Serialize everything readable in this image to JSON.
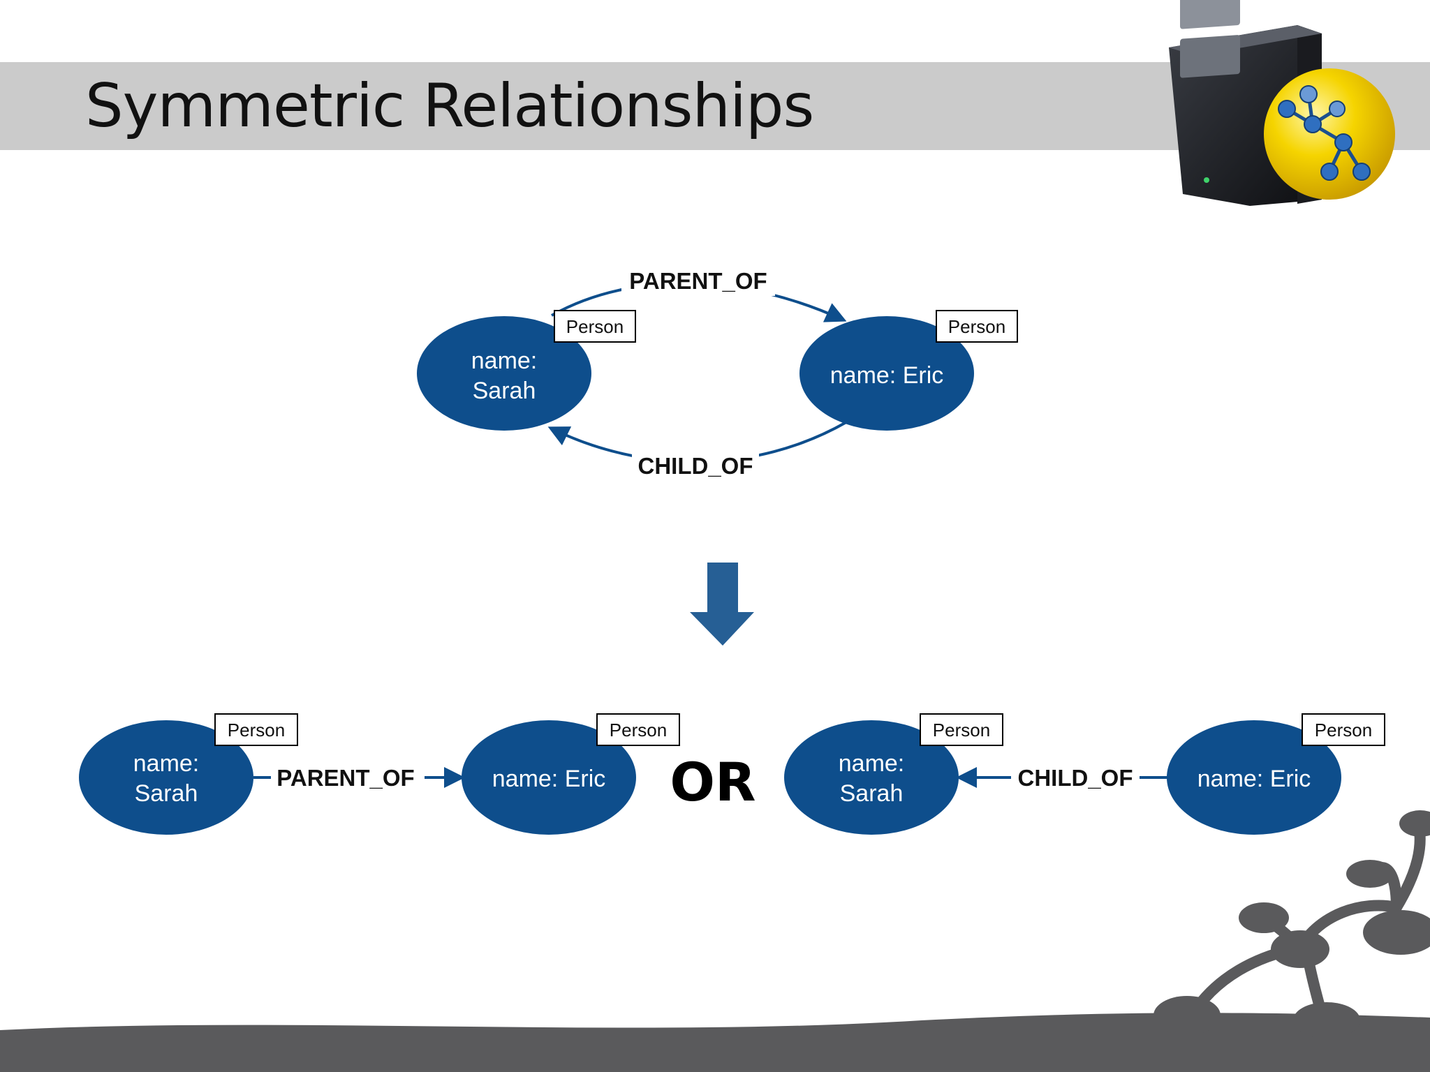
{
  "slide": {
    "title": "Symmetric Relationships"
  },
  "colors": {
    "node_fill": "#0e4e8c",
    "arrow": "#0e4e8c",
    "down_arrow": "#265f95",
    "title_band": "#cbcbcb",
    "decor": "#5a5a5c"
  },
  "icons": {
    "logo": "server-tower-with-graph-icon",
    "decor": "branching-graph-decoration"
  },
  "diagram_top": {
    "nodes": [
      {
        "label": "Person",
        "name_lines": [
          "name:",
          "Sarah"
        ]
      },
      {
        "label": "Person",
        "name_lines": [
          "name: Eric"
        ]
      }
    ],
    "relationships": [
      {
        "type": "PARENT_OF",
        "from": "Sarah",
        "to": "Eric"
      },
      {
        "type": "CHILD_OF",
        "from": "Eric",
        "to": "Sarah"
      }
    ]
  },
  "diagram_bottom_left": {
    "nodes": [
      {
        "label": "Person",
        "name_lines": [
          "name:",
          "Sarah"
        ]
      },
      {
        "label": "Person",
        "name_lines": [
          "name: Eric"
        ]
      }
    ],
    "relationship": {
      "type": "PARENT_OF",
      "from": "Sarah",
      "to": "Eric"
    }
  },
  "separator": "OR",
  "diagram_bottom_right": {
    "nodes": [
      {
        "label": "Person",
        "name_lines": [
          "name:",
          "Sarah"
        ]
      },
      {
        "label": "Person",
        "name_lines": [
          "name: Eric"
        ]
      }
    ],
    "relationship": {
      "type": "CHILD_OF",
      "from": "Eric",
      "to": "Sarah"
    }
  }
}
